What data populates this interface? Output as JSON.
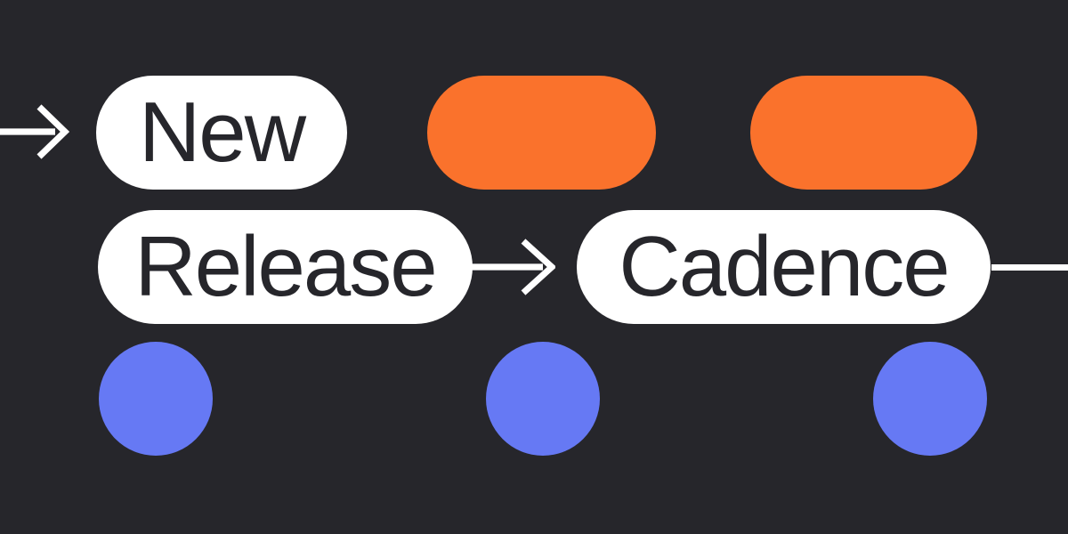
{
  "colors": {
    "background": "#26262b",
    "white": "#ffffff",
    "orange": "#fa722c",
    "blue": "#6679f4",
    "pill-text": "#26262b"
  },
  "pills": {
    "new": {
      "label": "New"
    },
    "release": {
      "label": "Release"
    },
    "cadence": {
      "label": "Cadence"
    }
  },
  "icons": {
    "left_arrow": "arrow-right",
    "mid_arrow": "arrow-right",
    "right_connector": "horizontal-line"
  },
  "decor": {
    "orange_pills": 2,
    "blue_circles": 3
  }
}
